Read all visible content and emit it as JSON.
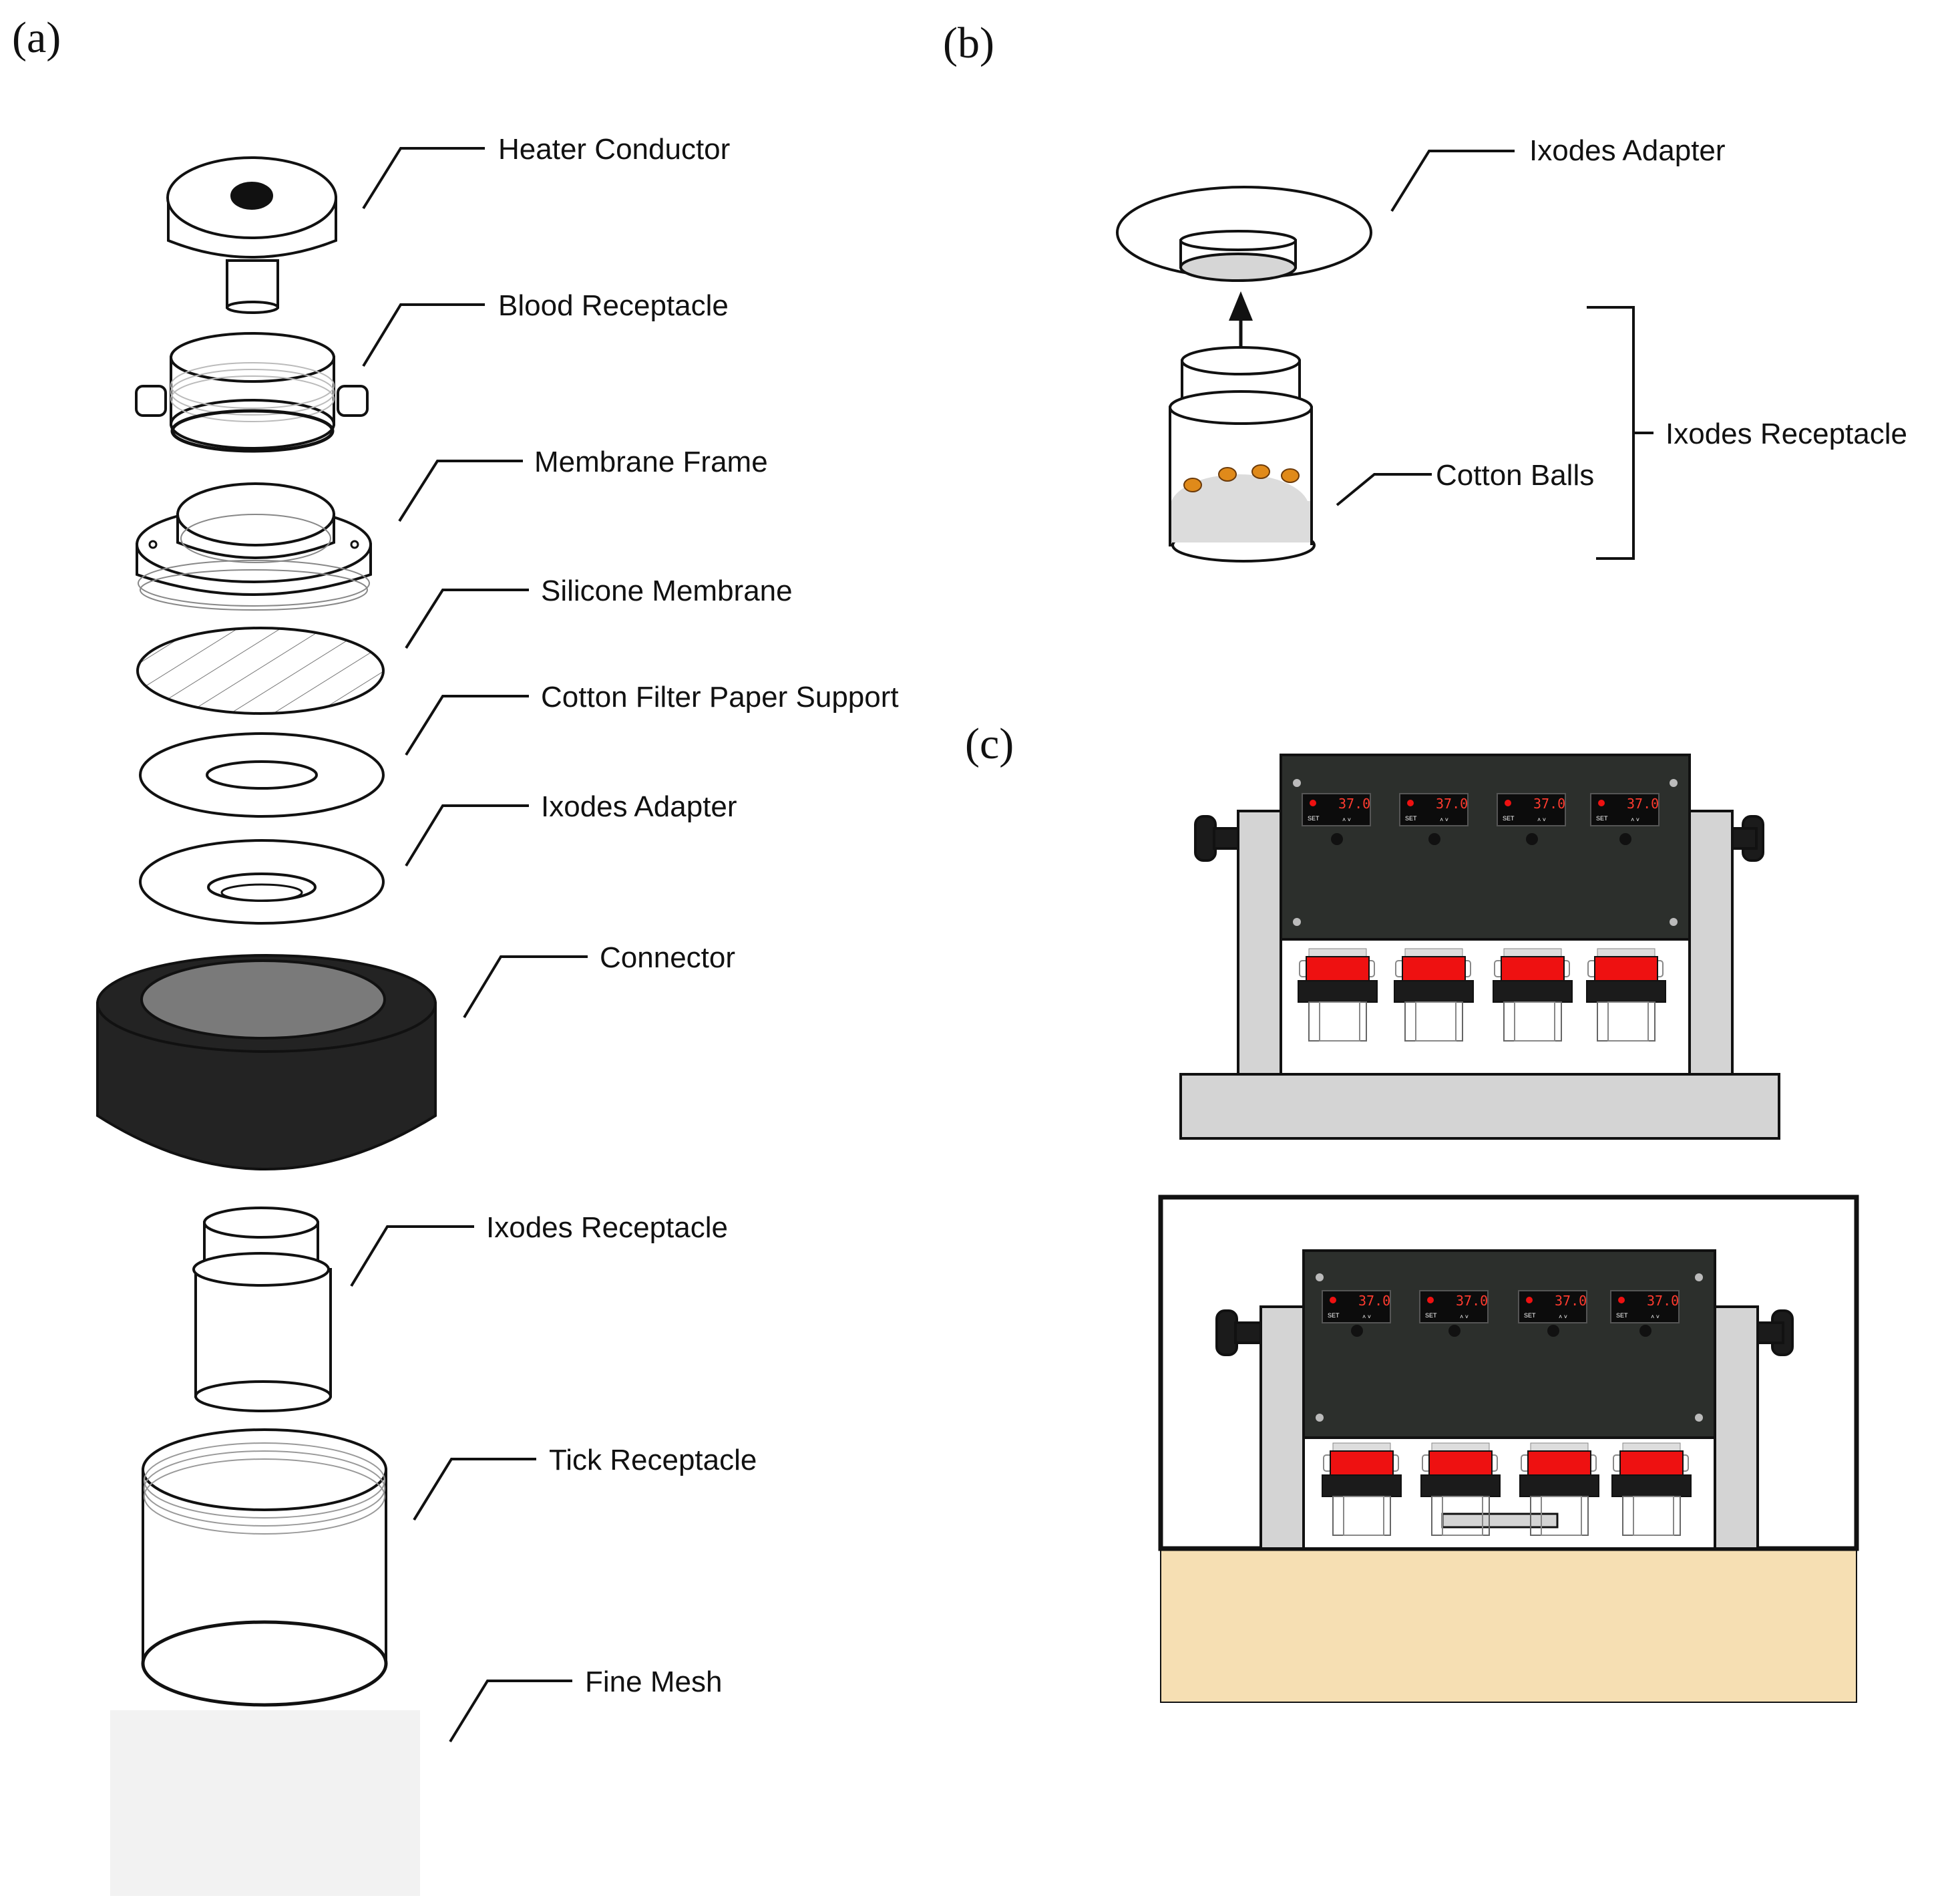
{
  "panels": {
    "a": "(a)",
    "b": "(b)",
    "c": "(c)"
  },
  "labels_a": {
    "heater_conductor": "Heater Conductor",
    "blood_receptacle": "Blood Receptacle",
    "membrane_frame": "Membrane Frame",
    "silicone_membrane": "Silicone Membrane",
    "cotton_filter_paper_support": "Cotton Filter Paper Support",
    "ixodes_adapter": "Ixodes Adapter",
    "connector": "Connector",
    "ixodes_receptacle": "Ixodes Receptacle",
    "tick_receptacle": "Tick Receptacle",
    "fine_mesh": "Fine Mesh"
  },
  "labels_b": {
    "ixodes_adapter": "Ixodes Adapter",
    "cotton_balls": "Cotton Balls",
    "ixodes_receptacle": "Ixodes Receptacle"
  },
  "controller": {
    "temperature": "37.0",
    "set_label": "SET",
    "arrows": "˄ ˅"
  },
  "colors": {
    "outline": "#111111",
    "connector": "#232323",
    "connector_inner": "#7a7a7a",
    "panel_dark": "#2c2f2c",
    "frame_gray": "#d4d4d4",
    "red": "#ee1111",
    "bench": "#f6dfb3",
    "tick_orange": "#e08a1a"
  }
}
